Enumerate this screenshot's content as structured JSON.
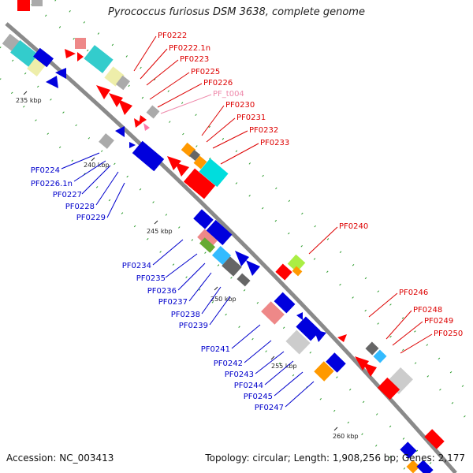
{
  "title": "Pyrococcus furiosus DSM 3638, complete genome",
  "footer": {
    "accession": "Accession: NC_003413",
    "summary": "Topology: circular; Length: 1,908,256 bp; Genes: 2,177"
  },
  "colors": {
    "backbone": "#8a8a8a",
    "plus_label": "#dd0000",
    "minus_label": "#0000cc",
    "rna_label": "#ee88aa",
    "tick": "#2a9a2a"
  },
  "ticks": [
    "235 kbp",
    "240 kbp",
    "245 kbp",
    "250 kbp",
    "255 kbp",
    "260 kbp"
  ],
  "labels_plus": [
    "PF0222",
    "PF0222.1n",
    "PF0223",
    "PF0225",
    "PF0226",
    "PF0230",
    "PF0231",
    "PF0232",
    "PF0233",
    "PF0240",
    "PF0246",
    "PF0248",
    "PF0249",
    "PF0250"
  ],
  "label_rna": "PF_t004",
  "labels_minus": [
    "PF0224",
    "PF0226.1n",
    "PF0227",
    "PF0228",
    "PF0229",
    "PF0234",
    "PF0235",
    "PF0236",
    "PF0237",
    "PF0238",
    "PF0239",
    "PF0241",
    "PF0242",
    "PF0243",
    "PF0244",
    "PF0245",
    "PF0247"
  ]
}
